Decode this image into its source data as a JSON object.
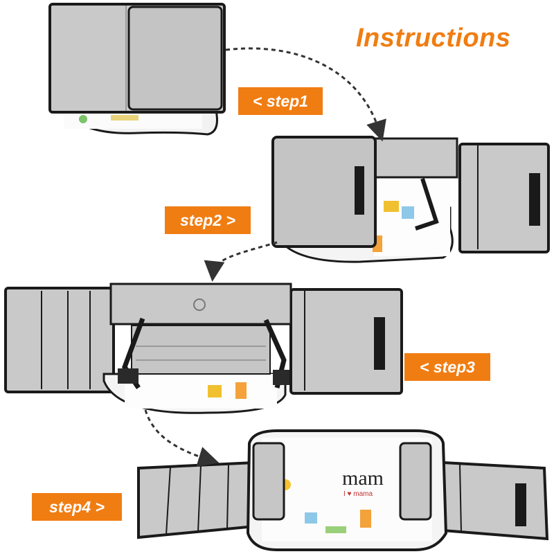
{
  "title": "Instructions",
  "steps": [
    "< step1",
    "step2 >",
    "< step3",
    "step4 >"
  ],
  "tray_brand": "mam",
  "tray_slogan": "I ♥ mama",
  "colors": {
    "accent": "#f07d12",
    "fabric": "#c9c9c9",
    "trim": "#1a1a1a",
    "tray": "#f4f4f4"
  }
}
